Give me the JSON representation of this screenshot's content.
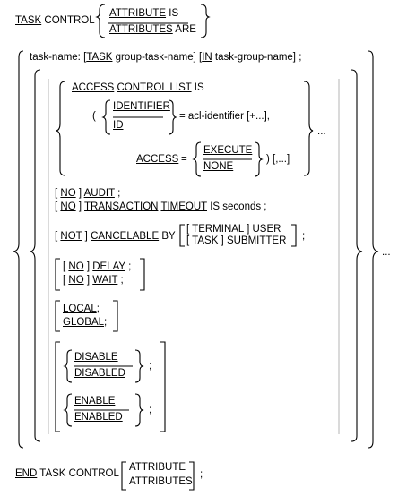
{
  "header": {
    "task": "TASK",
    "control": "CONTROL",
    "attribute": "ATTRIBUTE",
    "is": "IS",
    "attributes": "ATTRIBUTES",
    "are": "ARE"
  },
  "taskname": {
    "prefix": "task-name: [",
    "task_kw": "TASK",
    "mid": " group-task-name] [",
    "in_kw": "IN",
    "suffix": " task-group-name] ;"
  },
  "acl": {
    "access": "ACCESS",
    "control_list": "CONTROL LIST",
    "is": "IS",
    "open_paren": "(",
    "identifier": "IDENTIFIER",
    "id": "ID",
    "equals_acl": "= acl-identifier [+...],",
    "access2": "ACCESS",
    "equals": "=",
    "execute": "EXECUTE",
    "none": "NONE",
    "close": ") [,...]",
    "ellipsis": "..."
  },
  "audit": {
    "open": "[ ",
    "no": "NO",
    "close": " ] ",
    "audit_kw": "AUDIT",
    "semi": " ;"
  },
  "timeout": {
    "open": "[ ",
    "no": "NO",
    "close": " ] ",
    "transaction": "TRANSACTION",
    "timeout_kw": "TIMEOUT",
    "is": "IS",
    "seconds": "seconds ;"
  },
  "cancel": {
    "open": "[ ",
    "not": "NOT",
    "close": " ] ",
    "cancelable": "CANCELABLE",
    "by": "BY",
    "terminal_user": "[ TERMINAL ] USER",
    "task_submitter": "[ TASK ] SUBMITTER",
    "semi": ";"
  },
  "delay": {
    "open1": "[ ",
    "no1": "NO",
    "close1": " ] ",
    "delay_kw": "DELAY",
    "semi1": " ;",
    "open2": "[ ",
    "no2": "NO",
    "close2": " ] ",
    "wait_kw": "WAIT",
    "semi2": " ;"
  },
  "scope": {
    "local": "LOCAL",
    "local_semi": ";",
    "global": "GLOBAL",
    "global_semi": ";"
  },
  "disable": {
    "disable": "DISABLE",
    "disabled": "DISABLED",
    "semi": ";"
  },
  "enable": {
    "enable": "ENABLE",
    "enabled": "ENABLED",
    "semi": ";"
  },
  "outer_ellipsis": "...",
  "footer": {
    "end": "END",
    "task_control": "TASK CONTROL",
    "attribute": "ATTRIBUTE",
    "attributes": "ATTRIBUTES",
    "semi": ";"
  }
}
